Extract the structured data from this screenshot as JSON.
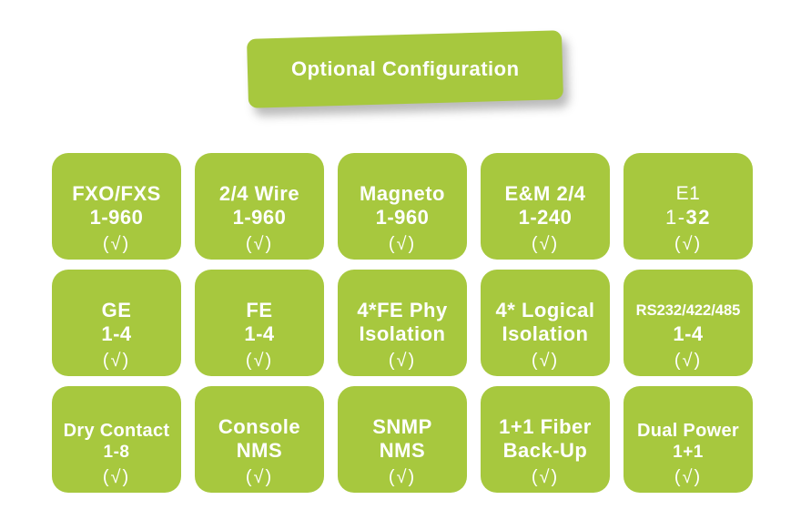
{
  "title": "Optional Configuration",
  "colors": {
    "green": "#a7c83e",
    "text": "#ffffff"
  },
  "cells": [
    {
      "line1": "FXO/FXS",
      "line2": "1-960",
      "check": "(√)"
    },
    {
      "line1": "2/4 Wire",
      "line2": "1-960",
      "check": "(√)"
    },
    {
      "line1": "Magneto",
      "line2": "1-960",
      "check": "(√)"
    },
    {
      "line1": "E&M 2/4",
      "line2": "1-240",
      "check": "(√)"
    },
    {
      "line1": "E1",
      "line2a": "1-",
      "line2b": "32",
      "check": "(√)",
      "cls": "e1"
    },
    {
      "line1": "GE",
      "line2": "1-4",
      "check": "(√)"
    },
    {
      "line1": "FE",
      "line2": "1-4",
      "check": "(√)"
    },
    {
      "line1": "4*FE Phy",
      "line2": "Isolation",
      "check": "(√)"
    },
    {
      "line1": "4* Logical",
      "line2": "Isolation",
      "check": "(√)"
    },
    {
      "line1": "RS232/422/485",
      "line2": "1-4",
      "check": "(√)",
      "cls": "rs"
    },
    {
      "line1": "Dry Contact",
      "line2": "1-8",
      "check": "(√)",
      "cls": "dry"
    },
    {
      "line1": "Console",
      "line2": "NMS",
      "check": "(√)"
    },
    {
      "line1": "SNMP",
      "line2": "NMS",
      "check": "(√)"
    },
    {
      "line1": "1+1 Fiber",
      "line2": "Back-Up",
      "check": "(√)"
    },
    {
      "line1": "Dual Power",
      "line2": "1+1",
      "check": "(√)",
      "cls": "dual"
    }
  ]
}
